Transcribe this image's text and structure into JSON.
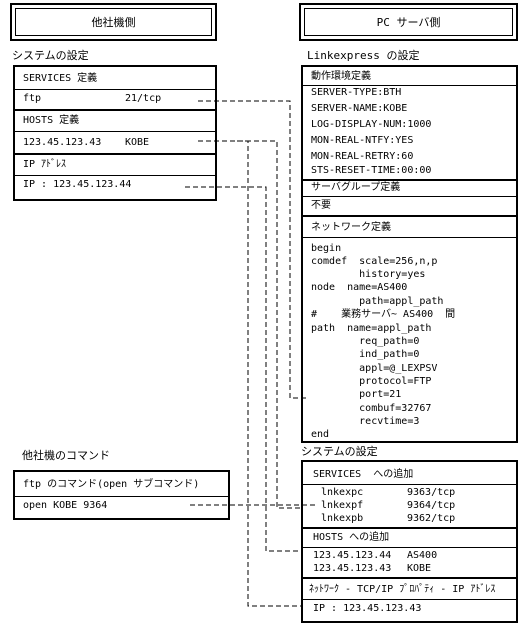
{
  "headers": {
    "left": "他社機側",
    "right": "PC サーバ側"
  },
  "left": {
    "section_title": "システムの設定",
    "services": {
      "title": "SERVICES 定義",
      "name": "ftp",
      "value": "21/tcp"
    },
    "hosts": {
      "title": "HOSTS 定義",
      "address": "123.45.123.43",
      "host": "KOBE"
    },
    "ip": {
      "title": "IP ｱﾄﾞﾚｽ",
      "value": "IP : 123.45.123.44"
    },
    "commands": {
      "section_title": "他社機のコマンド",
      "title": "ftp のコマンド(open サブコマンド)",
      "value": "open KOBE 9364"
    }
  },
  "right": {
    "section_title": "Linkexpress の設定",
    "env": {
      "title": "動作環境定義",
      "lines": [
        "SERVER-TYPE:BTH",
        "SERVER-NAME:KOBE",
        "LOG-DISPLAY-NUM:1000",
        "MON-REAL-NTFY:YES",
        "MON-REAL-RETRY:60",
        "STS-RESET-TIME:00:00"
      ]
    },
    "server_group": {
      "title": "サーバグループ定義",
      "value": "不要"
    },
    "network": {
      "title": "ネットワーク定義",
      "lines": [
        "begin",
        "comdef  scale=256,n,p",
        "        history=yes",
        "node  name=AS400",
        "        path=appl_path",
        "#    業務サーバ~ AS400  間",
        "path  name=appl_path",
        "        req_path=0",
        "        ind_path=0",
        "        appl=@_LEXPSV",
        "        protocol=FTP",
        "        port=21",
        "        combuf=32767",
        "        recvtime=3",
        "end"
      ]
    },
    "system": {
      "section_title": "システムの設定",
      "services": {
        "title": "SERVICES  への追加",
        "rows": [
          {
            "name": "lnkexpc",
            "value": "9363/tcp"
          },
          {
            "name": "lnkexpf",
            "value": "9364/tcp"
          },
          {
            "name": "lnkexpb",
            "value": "9362/tcp"
          }
        ]
      },
      "hosts": {
        "title": "HOSTS への追加",
        "rows": [
          {
            "address": "123.45.123.44",
            "host": "AS400"
          },
          {
            "address": "123.45.123.43",
            "host": "KOBE"
          }
        ]
      },
      "network_prop": {
        "title": "ﾈｯﾄﾜｰｸ - TCP/IP ﾌﾟﾛﾊﾟﾃｨ - IP ｱﾄﾞﾚｽ",
        "value": "IP : 123.45.123.43"
      }
    }
  }
}
